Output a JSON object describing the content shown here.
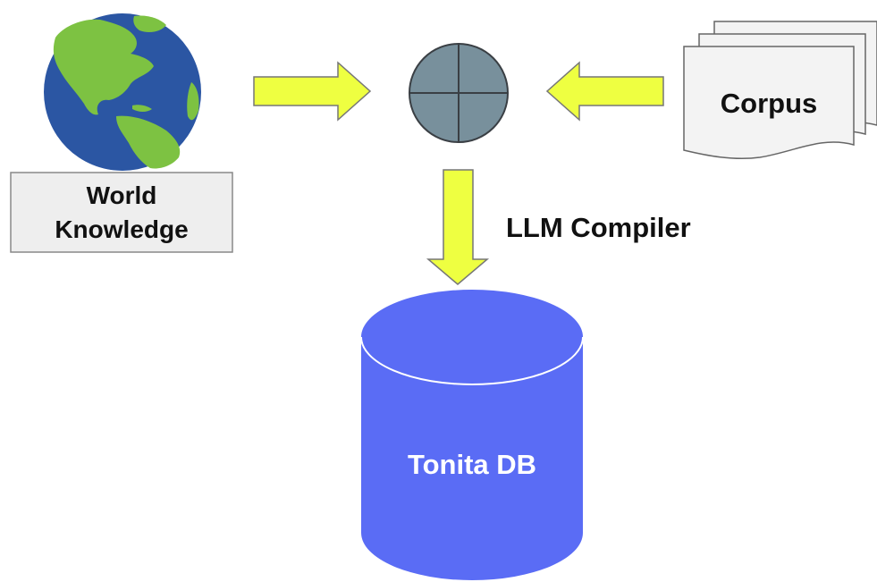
{
  "world_knowledge": {
    "line1": "World",
    "line2": "Knowledge"
  },
  "corpus": {
    "label": "Corpus"
  },
  "compiler": {
    "label": "LLM Compiler"
  },
  "database": {
    "label": "Tonita DB"
  },
  "colors": {
    "arrow_fill": "#EEFF41",
    "arrow_stroke": "#777777",
    "combiner_fill": "#78909C",
    "combiner_stroke": "#3A3F44",
    "db_fill": "#5A6CF5",
    "ocean": "#2B56A3",
    "land": "#7DC242",
    "label_box_fill": "#EEEEEE",
    "label_box_stroke": "#888888",
    "paper_fill": "#F3F3F3",
    "paper_stroke": "#666666"
  },
  "icons": {
    "globe": "globe-icon",
    "documents": "document-stack-icon",
    "combiner": "sum-circle-icon",
    "database": "database-cylinder-icon"
  }
}
